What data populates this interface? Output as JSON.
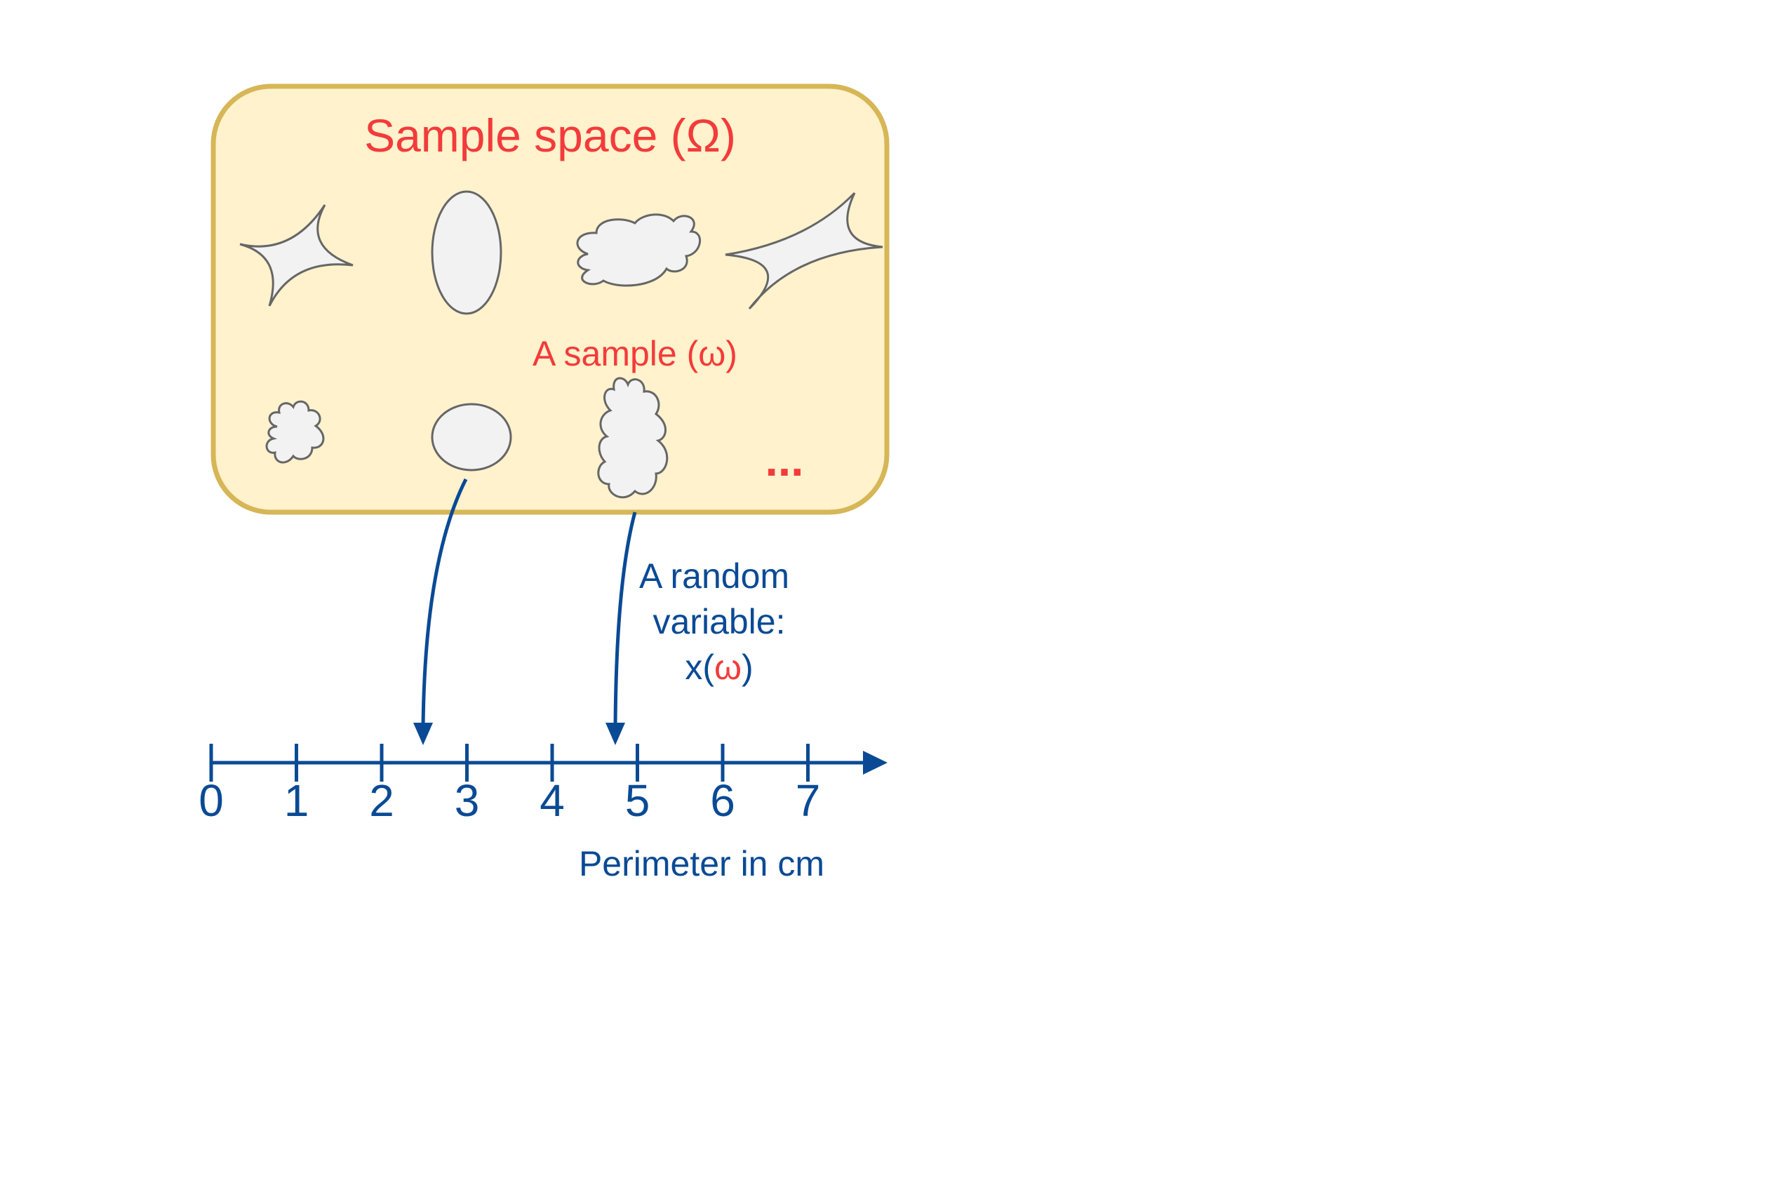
{
  "colors": {
    "box_fill": "#fff2cc",
    "box_stroke": "#d6b656",
    "red": "#f33b3b",
    "blue": "#0a4a95",
    "shape_fill": "#f2f2f2",
    "shape_stroke": "#666666"
  },
  "sample_space": {
    "title": "Sample space (Ω)",
    "sample_label": "A sample (ω)",
    "ellipsis": "..."
  },
  "random_variable": {
    "line1": "A random",
    "line2": "variable:",
    "line3_prefix": "x(",
    "line3_omega": "ω",
    "line3_suffix": ")"
  },
  "axis": {
    "ticks": [
      "0",
      "1",
      "2",
      "3",
      "4",
      "5",
      "6",
      "7"
    ],
    "label": "Perimeter in cm"
  },
  "mappings": [
    {
      "from_shape": "ellipse",
      "to_value": 2.5
    },
    {
      "from_shape": "tall-cloud",
      "to_value": 4.8
    }
  ]
}
